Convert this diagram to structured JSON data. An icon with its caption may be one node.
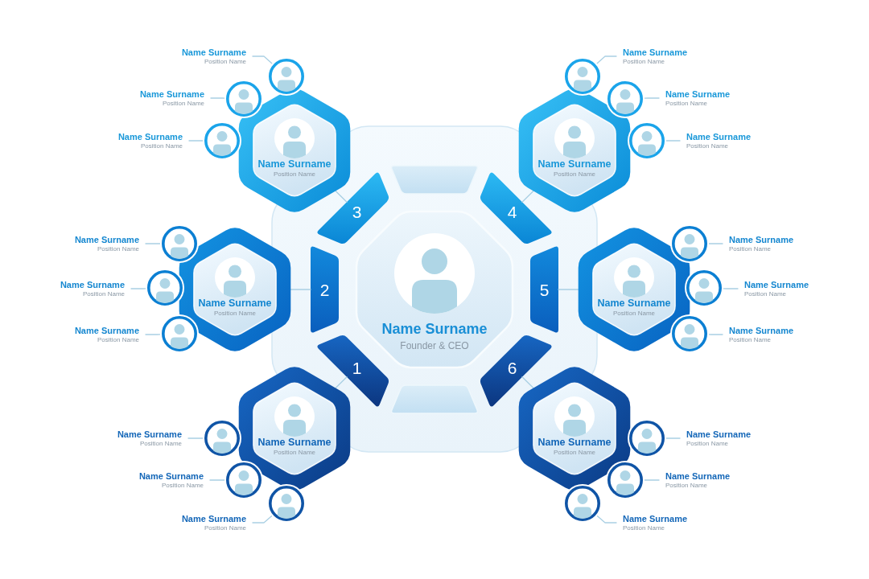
{
  "diagram": {
    "nodes": [
      {
        "text": [],
        "shape": "octagon"
      },
      {
        "text": [],
        "shape": "trapezoid",
        "in": 0
      },
      {
        "text": [
          "Name Surname",
          "Founder & CEO"
        ],
        "in": 0
      },
      {
        "text": [
          "1"
        ],
        "in": 0
      },
      {
        "text": [
          "2"
        ],
        "in": 0
      },
      {
        "text": [
          "3"
        ],
        "in": 0
      },
      {
        "text": [
          "4"
        ],
        "in": 0
      },
      {
        "text": [
          "5"
        ],
        "in": 0
      },
      {
        "text": [
          "6"
        ],
        "in": 0
      },
      {
        "text": [],
        "shape": "trapezoid",
        "in": 0
      },
      {
        "text": [
          "Name Surname",
          "Position Name"
        ]
      },
      {
        "text": [
          "Name Surname",
          "Position Name"
        ]
      },
      {
        "text": [],
        "shape": "circle"
      },
      {
        "text": [
          "Name Surname",
          "Position Name"
        ]
      },
      {
        "text": [],
        "shape": "circle"
      },
      {
        "text": [
          "Name Surname",
          "Position Name"
        ]
      },
      {
        "text": [],
        "shape": "circle"
      },
      {
        "text": [
          "Name Surname",
          "Position Name"
        ]
      },
      {
        "text": [
          "Name Surname",
          "Position Name"
        ]
      },
      {
        "text": [],
        "shape": "circle"
      },
      {
        "text": [
          "Name Surname",
          "Position Name"
        ]
      },
      {
        "text": [],
        "shape": "circle"
      },
      {
        "text": [
          "Name Surname",
          "Position Name"
        ]
      },
      {
        "text": [],
        "shape": "circle"
      },
      {
        "text": [
          "Name Surname",
          "Position Name"
        ]
      },
      {
        "text": [
          "Name Surname",
          "Position Name"
        ]
      },
      {
        "text": [],
        "shape": "circle"
      },
      {
        "text": [
          "Name Surname",
          "Position Name"
        ]
      },
      {
        "text": [],
        "shape": "circle"
      },
      {
        "text": [
          "Name Surname",
          "Position Name"
        ]
      },
      {
        "text": [],
        "shape": "circle"
      },
      {
        "text": [
          "Name Surname",
          "Position Name"
        ]
      },
      {
        "text": [
          "Name Surname",
          "Position Name"
        ]
      },
      {
        "text": [],
        "shape": "circle"
      },
      {
        "text": [
          "Name Surname",
          "Position Name"
        ]
      },
      {
        "text": [],
        "shape": "circle"
      },
      {
        "text": [
          "Name Surname",
          "Position Name"
        ]
      },
      {
        "text": [],
        "shape": "circle"
      },
      {
        "text": [
          "Name Surname",
          "Position Name"
        ]
      },
      {
        "text": [
          "Name Surname",
          "Position Name"
        ]
      },
      {
        "text": [],
        "shape": "circle"
      },
      {
        "text": [
          "Name Surname",
          "Position Name"
        ]
      },
      {
        "text": [],
        "shape": "circle"
      },
      {
        "text": [
          "Name Surname",
          "Position Name"
        ]
      },
      {
        "text": [],
        "shape": "circle"
      },
      {
        "text": [
          "Name Surname",
          "Position Name"
        ]
      },
      {
        "text": [
          "Name Surname",
          "Position Name"
        ]
      },
      {
        "text": [],
        "shape": "circle"
      },
      {
        "text": [
          "Name Surname",
          "Position Name"
        ]
      },
      {
        "text": [],
        "shape": "circle"
      },
      {
        "text": [
          "Name Surname",
          "Position Name"
        ]
      },
      {
        "text": [],
        "shape": "circle"
      }
    ],
    "edges": [
      {
        "from": 3,
        "to": 10,
        "arrow": "none"
      },
      {
        "from": 11,
        "to": 12,
        "arrow": "none"
      },
      {
        "from": 13,
        "to": 14,
        "arrow": "none"
      },
      {
        "from": 15,
        "to": 16,
        "arrow": "none"
      },
      {
        "from": 4,
        "to": 17,
        "arrow": "none"
      },
      {
        "from": 18,
        "to": 19,
        "arrow": "none"
      },
      {
        "from": 20,
        "to": 21,
        "arrow": "none"
      },
      {
        "from": 22,
        "to": 23,
        "arrow": "none"
      },
      {
        "from": 5,
        "to": 24,
        "arrow": "none"
      },
      {
        "from": 25,
        "to": 26,
        "arrow": "none"
      },
      {
        "from": 27,
        "to": 28,
        "arrow": "none"
      },
      {
        "from": 29,
        "to": 30,
        "arrow": "none"
      },
      {
        "from": 6,
        "to": 31,
        "arrow": "none"
      },
      {
        "from": 32,
        "to": 33,
        "arrow": "none"
      },
      {
        "from": 34,
        "to": 35,
        "arrow": "none"
      },
      {
        "from": 36,
        "to": 37,
        "arrow": "none"
      },
      {
        "from": 7,
        "to": 38,
        "arrow": "none"
      },
      {
        "from": 39,
        "to": 40,
        "arrow": "none"
      },
      {
        "from": 41,
        "to": 42,
        "arrow": "none"
      },
      {
        "from": 43,
        "to": 44,
        "arrow": "none"
      },
      {
        "from": 8,
        "to": 45,
        "arrow": "none"
      },
      {
        "from": 46,
        "to": 47,
        "arrow": "none"
      },
      {
        "from": 48,
        "to": 49,
        "arrow": "none"
      },
      {
        "from": 50,
        "to": 51,
        "arrow": "none"
      }
    ]
  }
}
